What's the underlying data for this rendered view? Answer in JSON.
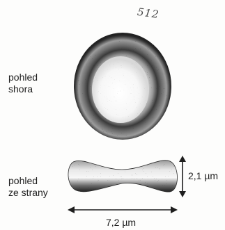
{
  "annotation": {
    "handwritten_number": "512"
  },
  "labels": {
    "top_view_line1": "pohled",
    "top_view_line2": "shora",
    "side_view_line1": "pohled",
    "side_view_line2": "ze strany"
  },
  "dimensions": {
    "thickness": "2,1 µm",
    "diameter": "7,2 µm"
  },
  "colors": {
    "ink": "#1e1e1e",
    "stipple": "#2a2a2a",
    "background": "#fdfdfc"
  }
}
